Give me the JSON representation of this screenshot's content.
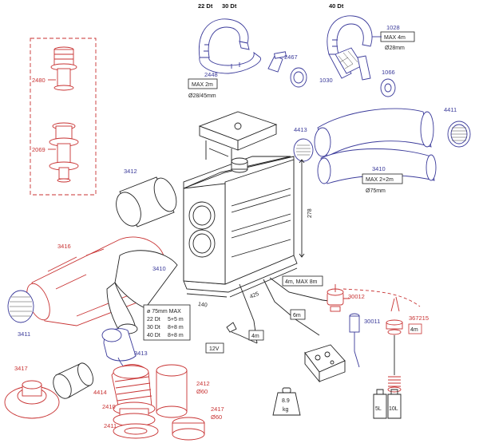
{
  "colors": {
    "part_red": "#c83232",
    "part_blue": "#3a3a9a",
    "line": "#222222"
  },
  "header": {
    "hose_22": "22 Dt",
    "hose_30": "30 Dt",
    "hose_40": "40 Dt"
  },
  "parts": {
    "p2480": "2480",
    "p2069": "2069",
    "p3412": "3412",
    "p3416": "3416",
    "p3411": "3411",
    "p3410a": "3410",
    "p3413": "3413",
    "p3417": "3417",
    "p4414": "4414",
    "p2410": "2410",
    "p2411": "2411",
    "p2412": "2412",
    "p2412d": "Ø60",
    "p2417": "2417",
    "p2417d": "Ø60",
    "p2448": "2448",
    "p2467": "2467",
    "p1028": "1028",
    "p1030": "1030",
    "p1066": "1066",
    "p4411": "4411",
    "p4413": "4413",
    "p3410b": "3410",
    "p30012": "30012",
    "p30011": "30011",
    "p367215": "367215"
  },
  "boxes": {
    "max2m": "MAX 2m",
    "dia2845": "Ø28/45mm",
    "max4m": "MAX 4m",
    "dia28": "Ø28mm",
    "max22m": "MAX 2+2m",
    "dia75": "Ø75mm",
    "spec_head": "ø 75mm MAX",
    "spec_r1a": "22 Dt",
    "spec_r1b": "5+5 m",
    "spec_r2a": "30 Dt",
    "spec_r2b": "8+8 m",
    "spec_r3a": "40 Dt",
    "spec_r3b": "8+8 m",
    "v12": "12V",
    "len4m": "4m",
    "len6m": "6m",
    "len4m8m": "4m, MAX 8m",
    "b4m_red": "4m",
    "w89": "8.9",
    "kg": "kg",
    "t5l": "5L",
    "t10l": "10L"
  },
  "dims": {
    "height": "278",
    "width": "140",
    "depth": "425"
  }
}
